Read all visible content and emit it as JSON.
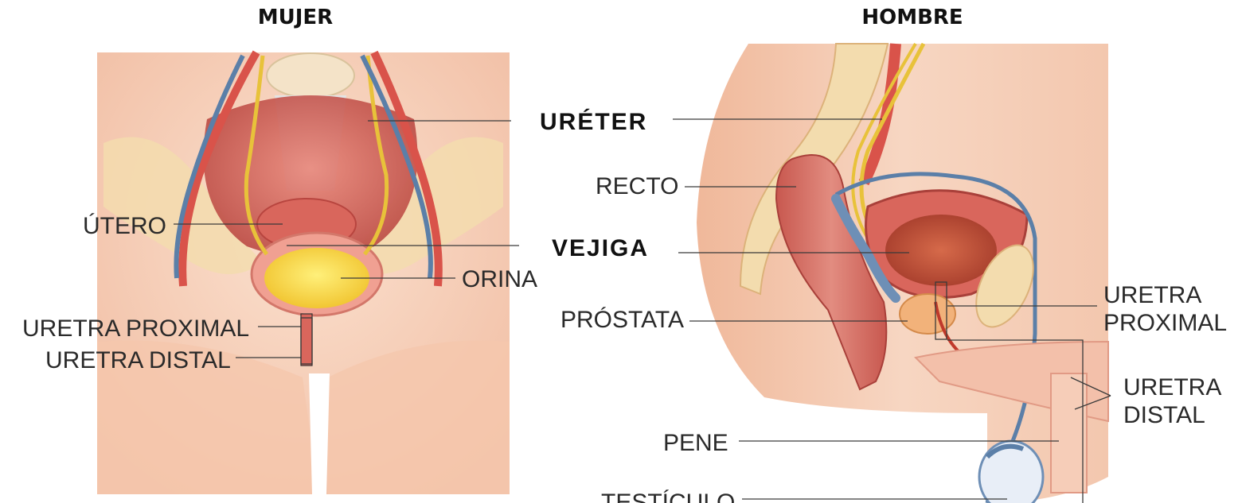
{
  "panels": {
    "female": {
      "title": "MUJER",
      "labels": {
        "utero": "ÚTERO",
        "orina": "ORINA",
        "uretra_proximal": "URETRA PROXIMAL",
        "uretra_distal": "URETRA DISTAL"
      }
    },
    "male": {
      "title": "HOMBRE",
      "labels": {
        "recto": "RECTO",
        "prostata": "PRÓSTATA",
        "uretra_proximal_1": "URETRA",
        "uretra_proximal_2": "PROXIMAL",
        "uretra_distal_1": "URETRA",
        "uretra_distal_2": "DISTAL",
        "pene": "PENE",
        "testiculo": "TESTÍCULO"
      }
    },
    "shared": {
      "ureter": "URÉTER",
      "vejiga": "VEJIGA"
    }
  },
  "colors": {
    "skin": "#f6d3bf",
    "muscle": "#c9514c",
    "artery": "#d9534a",
    "vein": "#5b7fa8",
    "nerve": "#e8c23a",
    "urine": "#f3d23c",
    "bone": "#f3dcae"
  }
}
